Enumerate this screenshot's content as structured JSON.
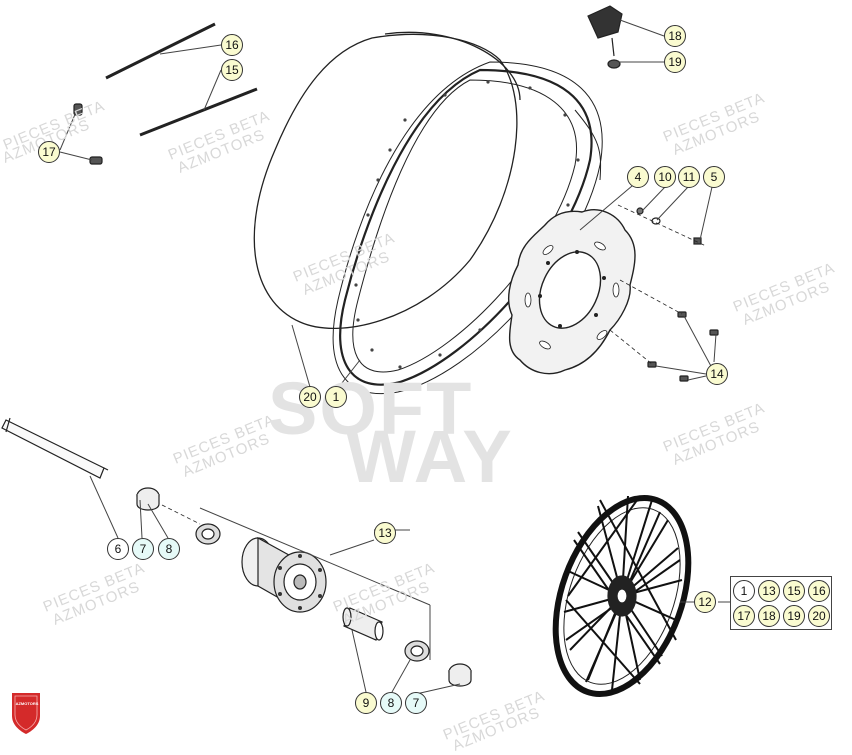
{
  "watermarks": {
    "line1": "PIECES BETA",
    "line2": "AZMOTORS",
    "big1": "SOFT",
    "big2": "WAY"
  },
  "logo_text": "AZMOTORS",
  "callouts": {
    "c16": "16",
    "c15": "15",
    "c17": "17",
    "c18": "18",
    "c19": "19",
    "c4": "4",
    "c10": "10",
    "c11": "11",
    "c5": "5",
    "c14": "14",
    "c20": "20",
    "c1": "1",
    "c13": "13",
    "c6": "6",
    "c7a": "7",
    "c8a": "8",
    "c9": "9",
    "c8b": "8",
    "c7b": "7",
    "c12": "12"
  },
  "kit_box": {
    "row1": [
      "1",
      "13",
      "15",
      "16"
    ],
    "row2": [
      "17",
      "18",
      "19",
      "20"
    ]
  },
  "colors": {
    "callout_fill": "#fafbd0",
    "callout_fill_cyan": "#e6faf8",
    "logo_red": "#d42a2a"
  }
}
